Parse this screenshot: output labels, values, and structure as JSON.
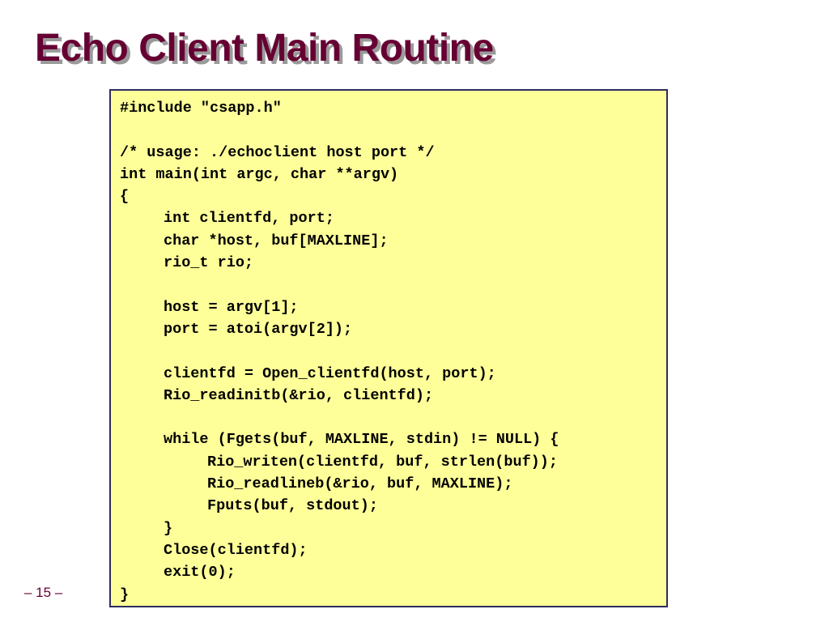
{
  "slide": {
    "title": "Echo Client Main Routine",
    "page_number": "– 15 –"
  },
  "code": {
    "lines": [
      "#include \"csapp.h\"",
      "",
      "/* usage: ./echoclient host port */",
      "int main(int argc, char **argv)",
      "{",
      "int clientfd, port;",
      "char *host, buf[MAXLINE];",
      "rio_t rio;",
      "",
      "host = argv[1];",
      "port = atoi(argv[2]);",
      "",
      "clientfd = Open_clientfd(host, port);",
      "Rio_readinitb(&rio, clientfd);",
      "",
      "while (Fgets(buf, MAXLINE, stdin) != NULL) {",
      "Rio_writen(clientfd, buf, strlen(buf));",
      "Rio_readlineb(&rio, buf, MAXLINE);",
      "Fputs(buf, stdout);",
      "}",
      "Close(clientfd);",
      "exit(0);",
      "}"
    ]
  },
  "colors": {
    "title": "#660033",
    "title_shadow": "#9a9a9a",
    "code_background": "#ffff99",
    "code_border": "#2e2e5e",
    "code_text": "#000000"
  }
}
